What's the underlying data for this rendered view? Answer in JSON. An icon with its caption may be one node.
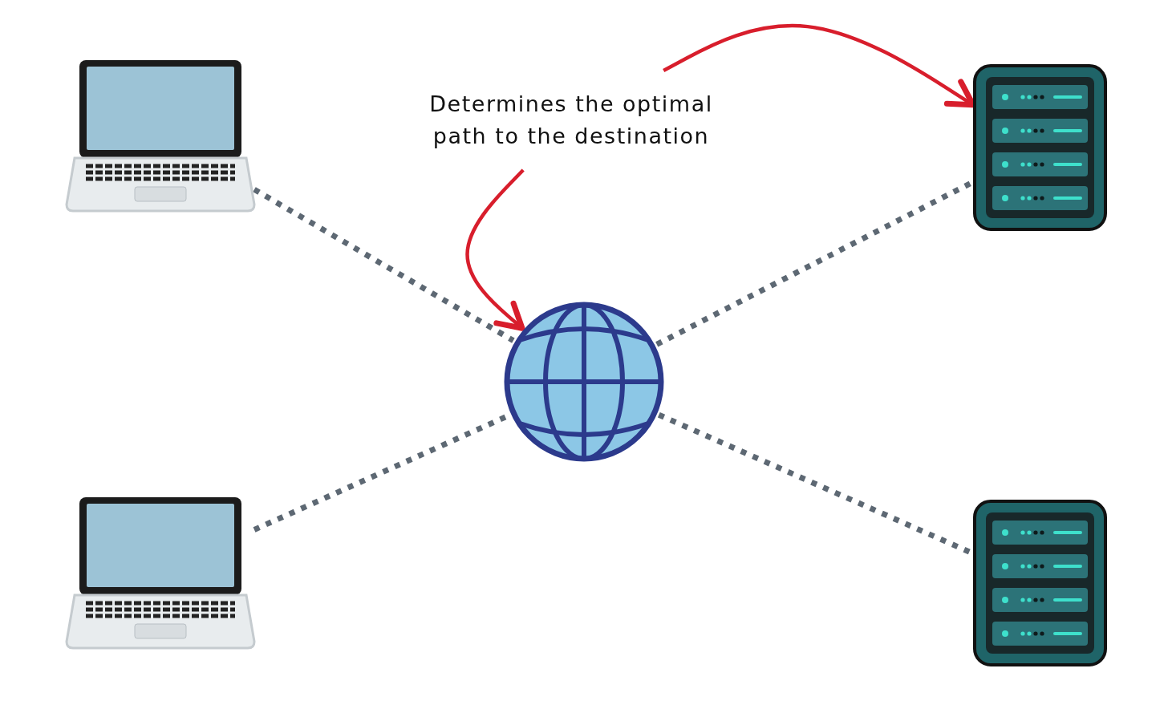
{
  "diagram": {
    "nodes": [
      {
        "text": [],
        "shape": "laptop"
      },
      {
        "text": [],
        "shape": "laptop"
      },
      {
        "text": [],
        "shape": "globe"
      },
      {
        "text": [],
        "shape": "server"
      },
      {
        "text": [],
        "shape": "server"
      },
      {
        "text": [
          "Determines the optimal path to the destination"
        ]
      }
    ],
    "edges": [
      {
        "from": 0,
        "to": 2,
        "arrow": "none",
        "style": "dashed"
      },
      {
        "from": 1,
        "to": 2,
        "arrow": "none",
        "style": "dashed"
      },
      {
        "from": 2,
        "to": 3,
        "arrow": "none",
        "style": "dashed"
      },
      {
        "from": 2,
        "to": 4,
        "arrow": "none",
        "style": "dashed"
      },
      {
        "from": 5,
        "to": 2,
        "arrow": "to",
        "color": "#d81e2c"
      },
      {
        "from": 5,
        "to": 3,
        "arrow": "to",
        "color": "#d81e2c"
      }
    ]
  }
}
